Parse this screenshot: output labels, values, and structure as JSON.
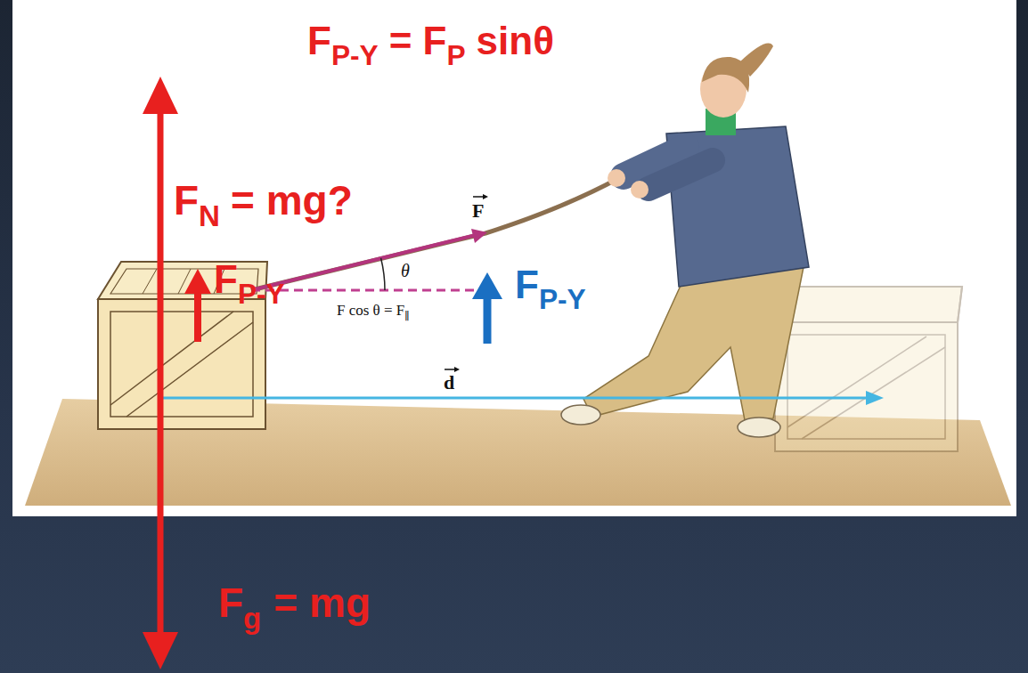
{
  "diagram": {
    "labels": [
      "F",
      "P-Y",
      "= F",
      "P",
      "sinθ",
      "F",
      "N",
      "= mg?",
      "F",
      "P-Y",
      "F",
      "θ",
      "F",
      "P-Y",
      "F cos θ = F",
      "∥",
      "d",
      "F",
      "g",
      "= mg"
    ]
  }
}
